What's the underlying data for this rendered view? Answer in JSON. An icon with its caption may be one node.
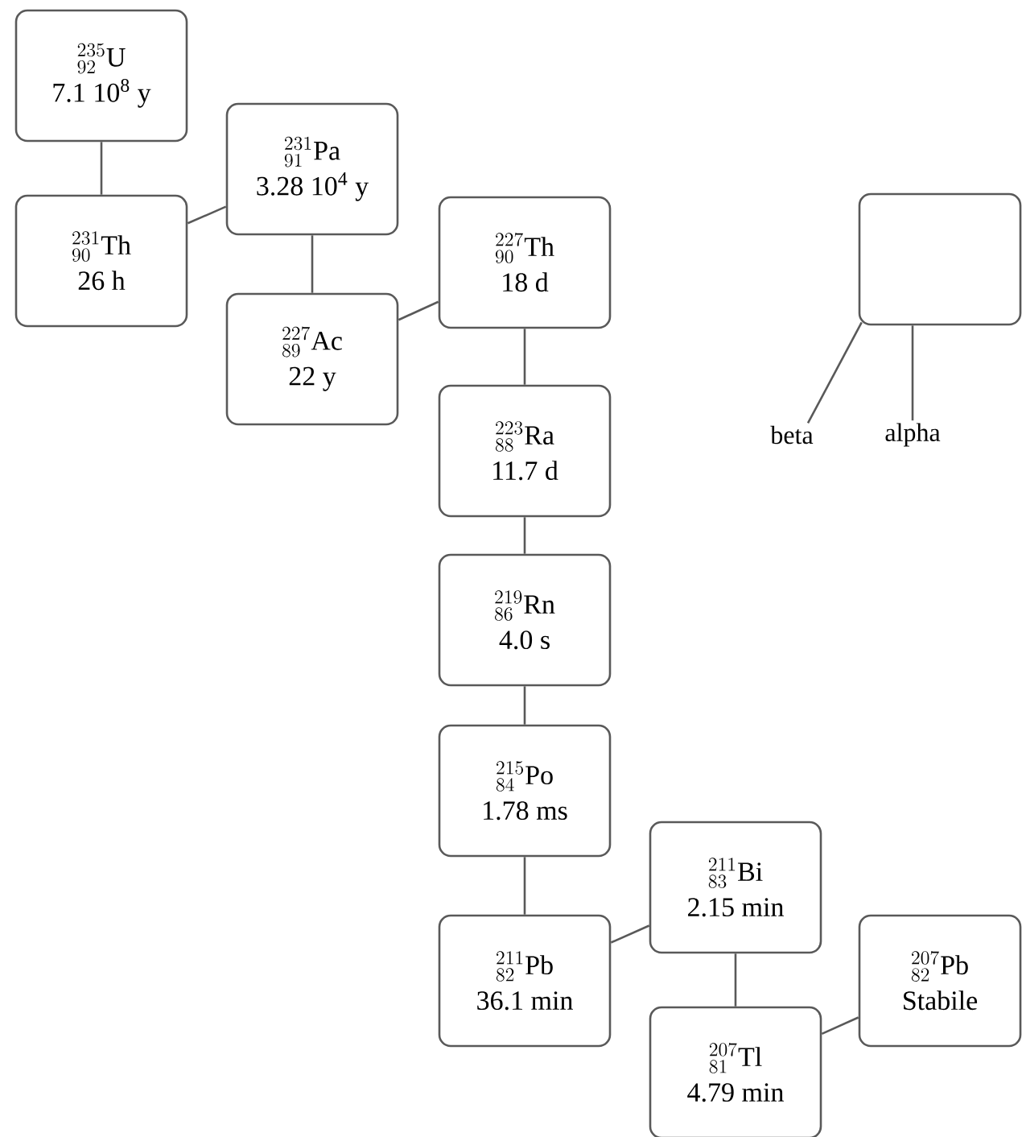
{
  "diagram": {
    "nodes": [
      {
        "text": [
          "{}^{235}_{92}\\mathrm{U}",
          "7.1 10$^{8}$ y"
        ]
      },
      {
        "text": [
          "{}^{231}_{90}\\mathrm{Th}",
          "26 h"
        ]
      },
      {
        "text": [
          "{}^{231}_{91}\\mathrm{Pa}",
          "3.28 10$^{4}$ y"
        ]
      },
      {
        "text": [
          "{}^{227}_{89}\\mathrm{Ac}",
          "22 y"
        ]
      },
      {
        "text": [
          "{}^{227}_{90}\\mathrm{Th}",
          "18 d"
        ]
      },
      {
        "text": [
          "{}^{223}_{88}\\mathrm{Ra}",
          "11.7 d"
        ]
      },
      {
        "text": [
          "{}^{219}_{86}\\mathrm{Rn}",
          "4.0 s"
        ]
      },
      {
        "text": [
          "{}^{215}_{84}\\mathrm{Po}",
          "1.78 ms"
        ]
      },
      {
        "text": [
          "{}^{211}_{82}\\mathrm{Pb}",
          "36.1 min"
        ]
      },
      {
        "text": [
          "{}^{211}_{83}\\mathrm{Bi}",
          "2.15 min"
        ]
      },
      {
        "text": [
          "{}^{207}_{81}\\mathrm{Tl}",
          "4.79 min"
        ]
      },
      {
        "text": [
          "{}^{207}_{82}\\mathrm{Pb}",
          "Stabile"
        ]
      },
      {
        "text": [],
        "shape": "box"
      },
      {
        "text": [
          "beta"
        ]
      },
      {
        "text": [
          "alpha"
        ]
      }
    ],
    "edges": [
      {
        "from": 0,
        "to": 1,
        "arrow": "none"
      },
      {
        "from": 1,
        "to": 2,
        "arrow": "none"
      },
      {
        "from": 2,
        "to": 3,
        "arrow": "none"
      },
      {
        "from": 3,
        "to": 4,
        "arrow": "none"
      },
      {
        "from": 4,
        "to": 5,
        "arrow": "none"
      },
      {
        "from": 5,
        "to": 6,
        "arrow": "none"
      },
      {
        "from": 6,
        "to": 7,
        "arrow": "none"
      },
      {
        "from": 7,
        "to": 8,
        "arrow": "none"
      },
      {
        "from": 8,
        "to": 9,
        "arrow": "none"
      },
      {
        "from": 9,
        "to": 10,
        "arrow": "none"
      },
      {
        "from": 10,
        "to": 11,
        "arrow": "none"
      },
      {
        "from": 13,
        "to": 12,
        "arrow": "none"
      },
      {
        "from": 14,
        "to": 12,
        "arrow": "none"
      }
    ]
  }
}
